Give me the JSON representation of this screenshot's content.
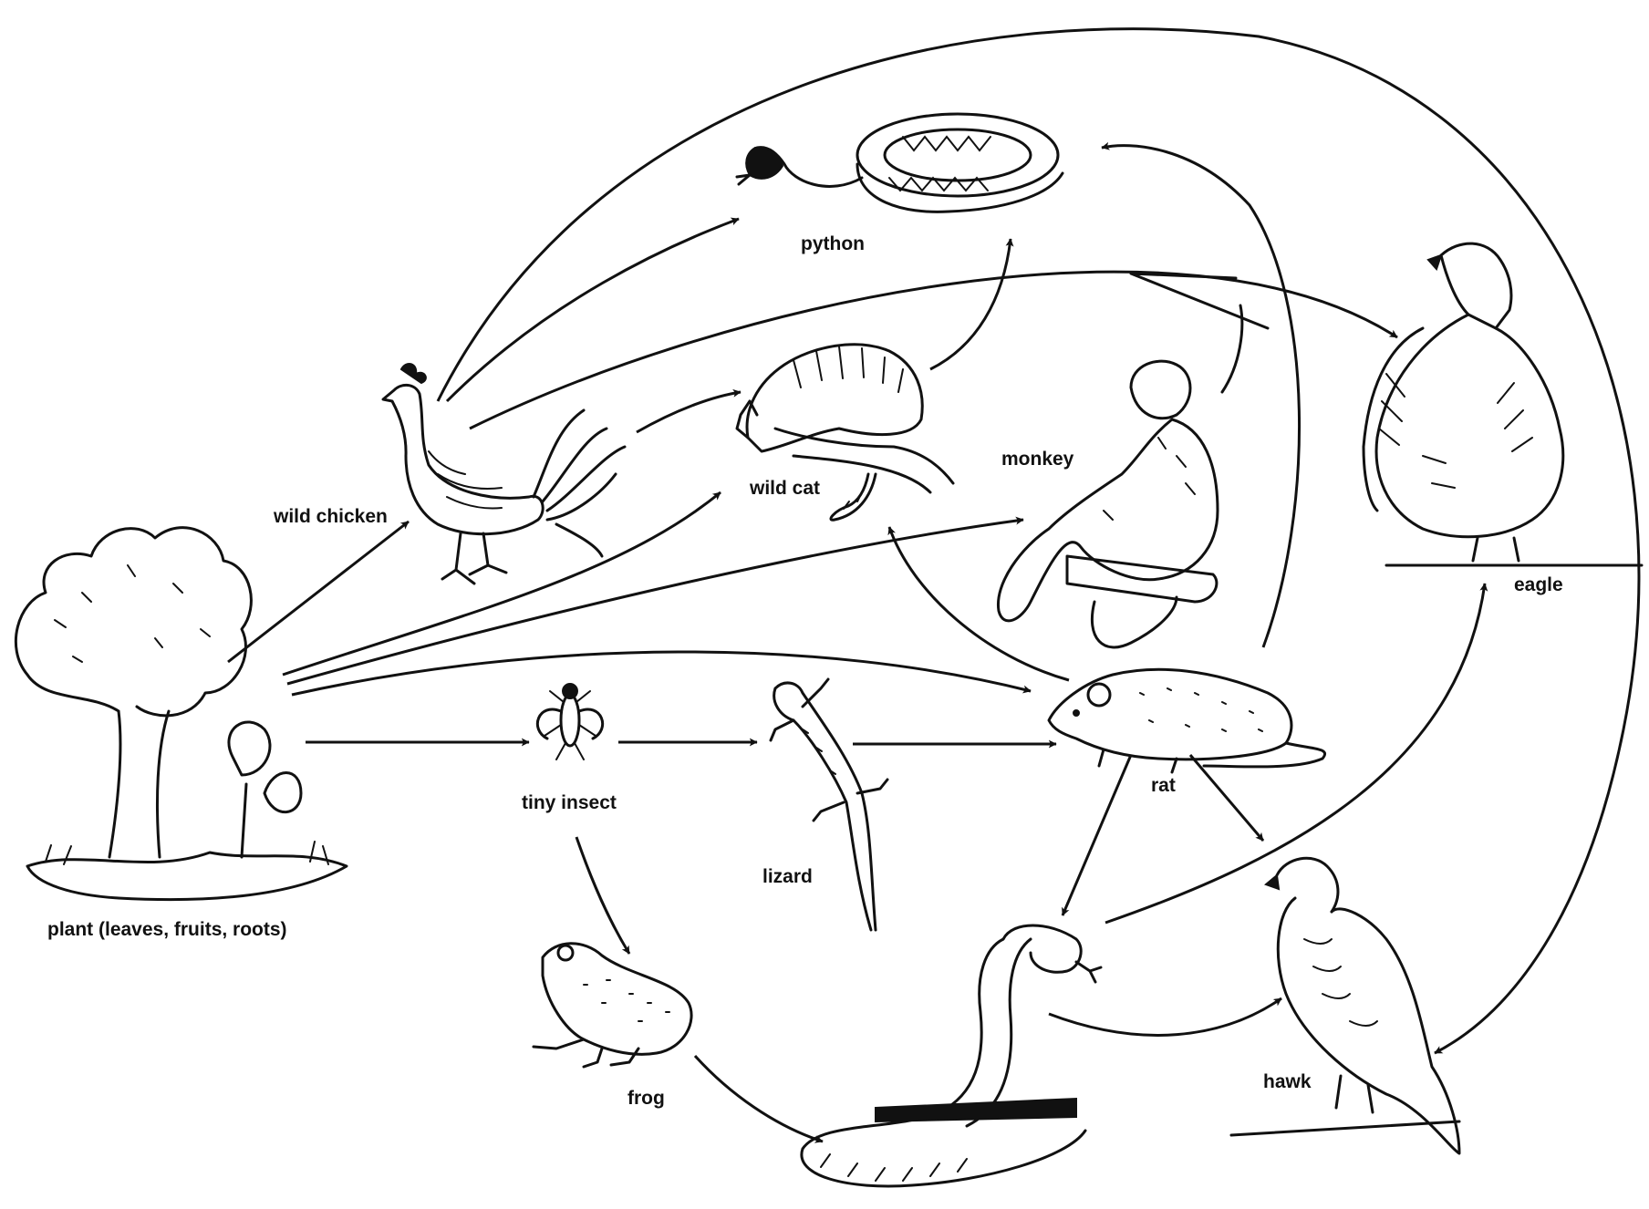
{
  "nodes": {
    "plant": {
      "label": "plant (leaves, fruits, roots)"
    },
    "wild_chicken": {
      "label": "wild chicken"
    },
    "python": {
      "label": "python"
    },
    "wild_cat": {
      "label": "wild cat"
    },
    "monkey": {
      "label": "monkey"
    },
    "eagle": {
      "label": "eagle"
    },
    "tiny_insect": {
      "label": "tiny insect"
    },
    "lizard": {
      "label": "lizard"
    },
    "rat": {
      "label": "rat"
    },
    "frog": {
      "label": "frog"
    },
    "cobra": {
      "label": ""
    },
    "hawk": {
      "label": "hawk"
    }
  },
  "edges": [
    {
      "from": "plant",
      "to": "wild_chicken"
    },
    {
      "from": "plant",
      "to": "wild_cat"
    },
    {
      "from": "plant",
      "to": "monkey"
    },
    {
      "from": "plant",
      "to": "rat"
    },
    {
      "from": "plant",
      "to": "tiny_insect"
    },
    {
      "from": "wild_chicken",
      "to": "python"
    },
    {
      "from": "wild_chicken",
      "to": "wild_cat"
    },
    {
      "from": "wild_chicken",
      "to": "eagle"
    },
    {
      "from": "wild_chicken",
      "to": "hawk"
    },
    {
      "from": "wild_cat",
      "to": "python"
    },
    {
      "from": "rat",
      "to": "wild_cat"
    },
    {
      "from": "rat",
      "to": "python"
    },
    {
      "from": "rat",
      "to": "cobra"
    },
    {
      "from": "rat",
      "to": "hawk"
    },
    {
      "from": "tiny_insect",
      "to": "lizard"
    },
    {
      "from": "tiny_insect",
      "to": "frog"
    },
    {
      "from": "lizard",
      "to": "rat"
    },
    {
      "from": "frog",
      "to": "cobra"
    },
    {
      "from": "cobra",
      "to": "eagle"
    },
    {
      "from": "cobra",
      "to": "hawk"
    }
  ],
  "colors": {
    "ink": "#111111",
    "background": "#ffffff"
  }
}
